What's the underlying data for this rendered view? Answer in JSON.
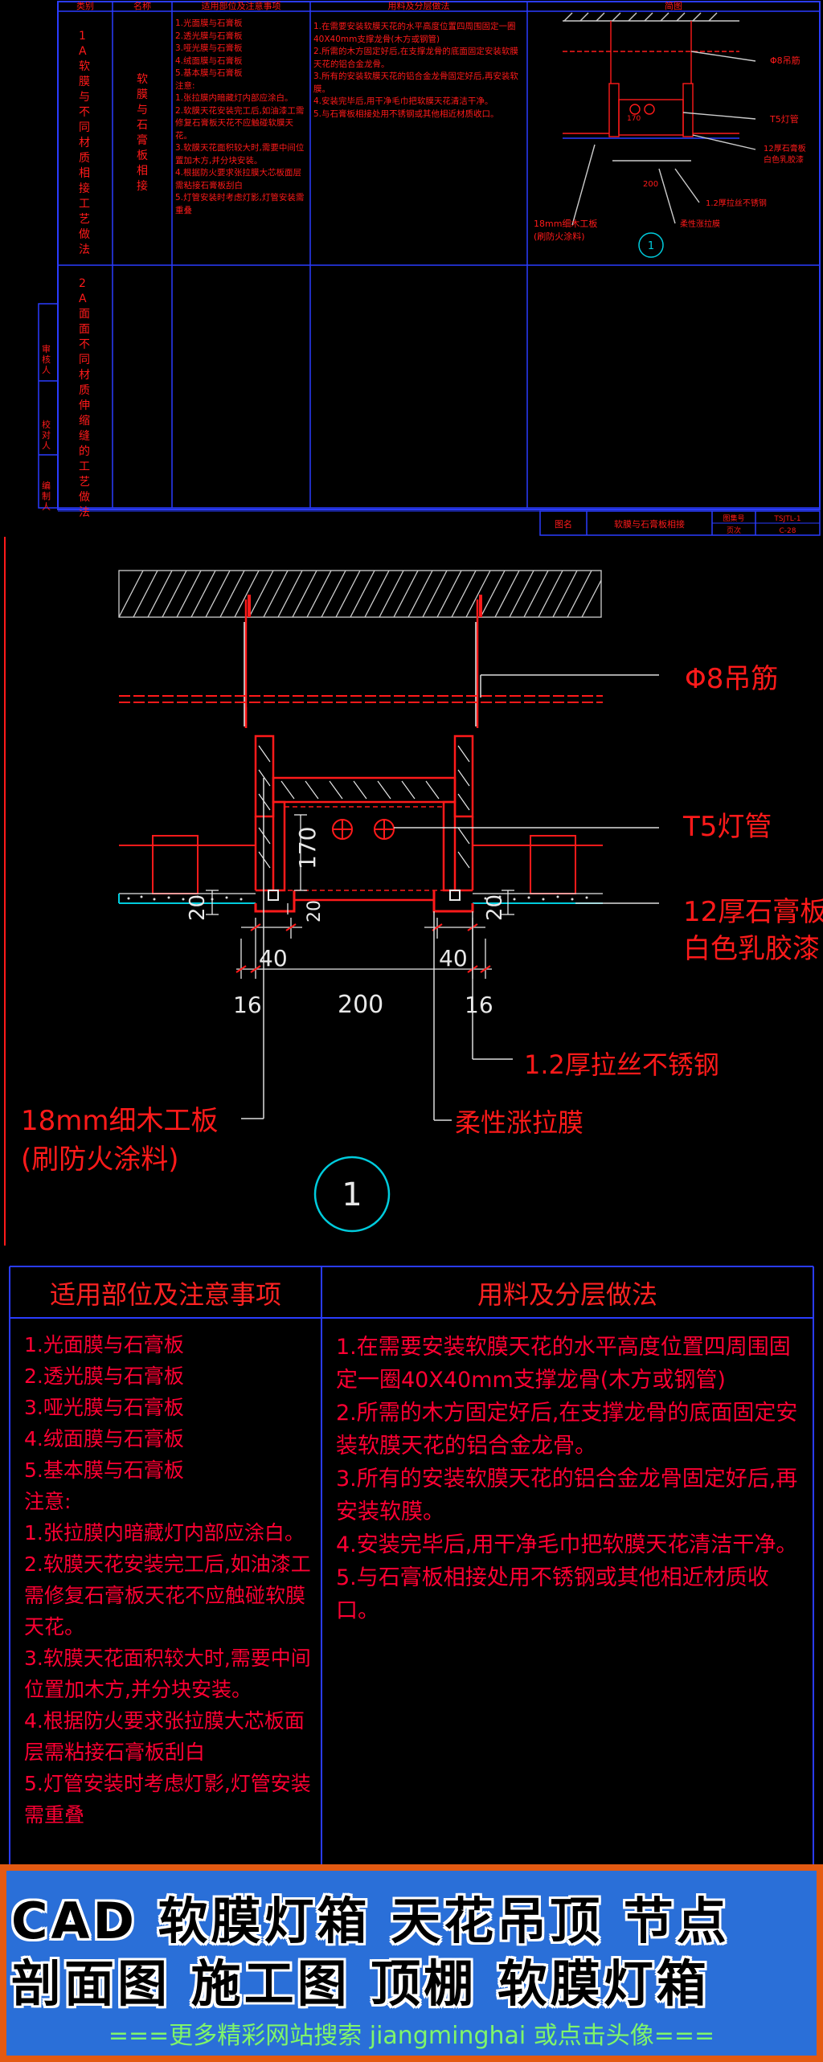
{
  "top_sheet": {
    "headers": [
      "类别",
      "名称",
      "适用部位及注意事项",
      "用料及分层做法",
      "简图"
    ],
    "row1": {
      "category": "1A软膜与不同材质相接工艺做法",
      "name": "软膜与石膏板相接",
      "notes": "1.光面膜与石膏板\n2.透光膜与石膏板\n3.哑光膜与石膏板\n4.绒面膜与石膏板\n5.基本膜与石膏板\n注意:\n1.张拉膜内暗藏灯内部应涂白。\n2.软膜天花安装完工后,如油漆工需修复石膏板天花不应触碰软膜天花。\n3.软膜天花面积较大时,需要中间位置加木方,并分块安装。\n4.根据防火要求张拉膜大芯板面层需粘接石膏板刮白\n5.灯管安装时考虑灯影,灯管安装需重叠",
      "method": "1.在需要安装软膜天花的水平高度位置四周围固定一圈40X40mm支撑龙骨(木方或钢管)\n2.所需的木方固定好后,在支撑龙骨的底面固定安装软膜天花的铝合金龙骨。\n3.所有的安装软膜天花的铝合金龙骨固定好后,再安装软膜。\n4.安装完毕后,用干净毛巾把软膜天花清洁干净。\n5.与石膏板相接处用不锈钢或其他相近材质收口。"
    },
    "row2": {
      "category": "2A面面不同材质伸缩缝的工艺做法"
    },
    "side_labels": [
      "审核人",
      "校对人",
      "编制人"
    ],
    "title_block": {
      "label_name": "图名",
      "name": "软膜与石膏板相接",
      "label_code": "图集号",
      "code": "TSJTL-1",
      "label_page": "页次",
      "page": "C-28"
    }
  },
  "drawing": {
    "labels": {
      "hanger": "Φ8吊筋",
      "lamp": "T5灯管",
      "gypsum_1": "12厚石膏板",
      "gypsum_2": "白色乳胶漆",
      "steel": "1.2厚拉丝不锈钢",
      "wood_1": "18mm细木工板",
      "wood_2": "(刷防火涂料)",
      "membrane": "柔性涨拉膜"
    },
    "dimensions": {
      "d170": "170",
      "d20a": "20",
      "d20b": "20",
      "d20c": "20",
      "d40a": "40",
      "d40b": "40",
      "d16a": "16",
      "d16b": "16",
      "d200": "200"
    },
    "callout": "1"
  },
  "notes_section": {
    "left_header": "适用部位及注意事项",
    "right_header": "用料及分层做法",
    "left_text": "1.光面膜与石膏板\n2.透光膜与石膏板\n3.哑光膜与石膏板\n4.绒面膜与石膏板\n5.基本膜与石膏板\n注意:\n1.张拉膜内暗藏灯内部应涂白。\n2.软膜天花安装完工后,如油漆工需修复石膏板天花不应触碰软膜天花。\n3.软膜天花面积较大时,需要中间位置加木方,并分块安装。\n4.根据防火要求张拉膜大芯板面层需粘接石膏板刮白\n5.灯管安装时考虑灯影,灯管安装需重叠",
    "right_text": "1.在需要安装软膜天花的水平高度位置四周围固定一圈40X40mm支撑龙骨(木方或钢管)\n2.所需的木方固定好后,在支撑龙骨的底面固定安装软膜天花的铝合金龙骨。\n3.所有的安装软膜天花的铝合金龙骨固定好后,再安装软膜。\n4.安装完毕后,用干净毛巾把软膜天花清洁干净。\n5.与石膏板相接处用不锈钢或其他相近材质收口。"
  },
  "banner": {
    "line1": "CAD 软膜灯箱 天花吊顶 节点",
    "line2": "剖面图 施工图 顶棚 软膜灯箱",
    "line3": "===更多精彩网站搜索 jiangminghai 或点击头像==="
  },
  "colors": {
    "cad_red": "#ff1a1a",
    "cad_blue": "#2a3cff",
    "cad_cyan": "#00ccdd",
    "banner_blue": "#2a6fd8",
    "banner_orange": "#e35a12",
    "banner_green": "#7ff56a"
  }
}
